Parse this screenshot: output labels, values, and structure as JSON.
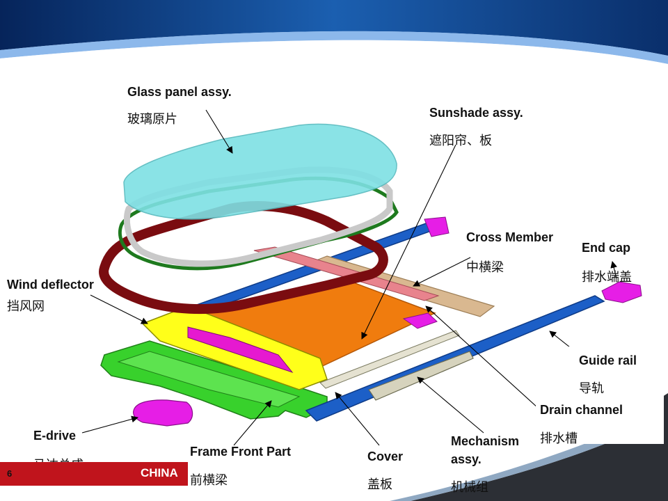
{
  "slide": {
    "page_number": "6",
    "footer_text": "CHINA",
    "colors": {
      "header_blue": "#0a2f6b",
      "footer_red": "#c0141c",
      "glass": "#7ee0e4",
      "frame_grey": "#c9c9c9",
      "seal_green": "#1e7a1e",
      "seal_red": "#7a0c10",
      "guide_rail_blue": "#1c5fc7",
      "sunshade_orange": "#f07c0e",
      "cross_member_tan": "#d9b890",
      "wind_deflector_yellow": "#ffff1a",
      "frame_front_green": "#38d12c",
      "edrive_magenta": "#e61ee6"
    }
  },
  "labels": {
    "glass_panel": {
      "en": "Glass panel assy.",
      "zh": "玻璃原片"
    },
    "sunshade": {
      "en": "Sunshade assy.",
      "zh": "遮阳帘、板"
    },
    "cross_member": {
      "en": "Cross Member",
      "zh": "中横梁"
    },
    "end_cap": {
      "en": "End cap",
      "zh": "排水端盖"
    },
    "wind_deflector": {
      "en": "Wind deflector",
      "zh": "挡风网"
    },
    "guide_rail": {
      "en": "Guide rail",
      "zh": "导轨"
    },
    "drain_channel": {
      "en": "Drain channel",
      "zh": "排水槽"
    },
    "e_drive": {
      "en": "E-drive",
      "zh": "马达总成"
    },
    "frame_front": {
      "en": "Frame Front Part",
      "zh": "前横梁"
    },
    "cover": {
      "en": "Cover",
      "zh": "盖板"
    },
    "mechanism": {
      "en": "Mechanism",
      "en2": "assy.",
      "zh": "机械组"
    }
  }
}
